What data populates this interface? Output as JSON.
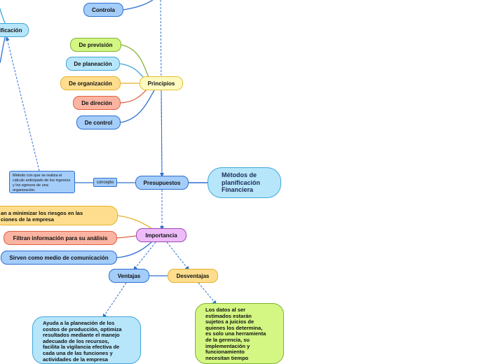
{
  "nodes": {
    "controla": "Controla",
    "planificacion_top": "ificación",
    "de_prevision": "De previsión",
    "de_planeacion": "De planeación",
    "de_organizacion": "De organización",
    "de_direcion": "De direción",
    "de_control": "De control",
    "principios": "Principios",
    "presupuestos": "Presupuestos",
    "concepto": "concepto",
    "definicion": "Método con que se realiza el cálculo anticipado de los ingresos y los egresos de una organización.",
    "metodos": "Métodos de\nplanificación\nFinanciera",
    "importancia": "Importancia",
    "riesgos": "an a minimizar los riesgos en las\nciones de la empresa",
    "filtran": "Filtran información para su análisis",
    "sirven": "Sirven como medio de comunicación",
    "ventajas": "Ventajas",
    "desventajas": "Desventajas",
    "ventajas_text": "Ayuda a la planeación de los\ncostos de producción, optimiza\nresultados mediante el manejo\nadecuado de los recursos,\nfacilita la vigilancia efectiva de\ncada una de las funciones y\nactividades de la empresa",
    "desventajas_text": "Los datos al ser\nestimados estarán\nsujetos a juicios de\nquienes los determina,\nes solo una herramienta\nde la gerencia, su\nimplementación y\nfuncionamiento\nnecesitan  tiempo"
  },
  "colors": {
    "blue": "#a4cdfa",
    "cyan": "#b7e6fb",
    "green": "#d3f782",
    "yellow": "#fede8e",
    "salmon": "#fbb4a2",
    "pink": "#eebcfa",
    "line_blue": "#2e6fcf",
    "line_green": "#80b332",
    "line_yellow": "#e6b12a",
    "line_salmon": "#e05f3f",
    "line_cyan": "#3fa6d8"
  }
}
